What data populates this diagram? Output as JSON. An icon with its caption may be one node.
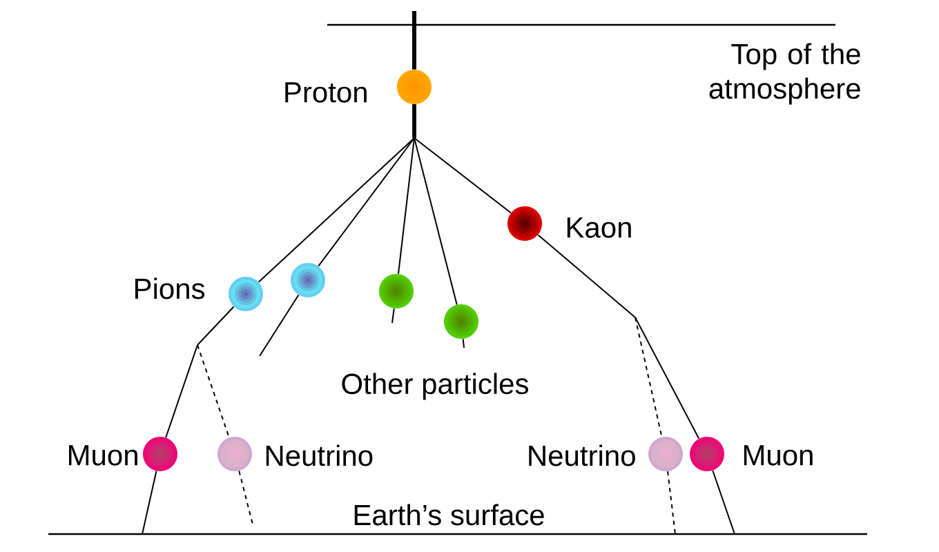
{
  "diagram": {
    "nodes": [
      {
        "text": [],
        "shape": "circle",
        "beside": [
          "Proton"
        ]
      },
      {
        "text": [],
        "shape": "circle",
        "beside": [
          "Pions"
        ]
      },
      {
        "text": [],
        "shape": "circle"
      },
      {
        "text": [],
        "shape": "circle"
      },
      {
        "text": [],
        "shape": "circle"
      },
      {
        "text": [],
        "shape": "circle",
        "beside": [
          "Kaon"
        ]
      },
      {
        "text": [],
        "shape": "circle",
        "beside": [
          "Muon"
        ]
      },
      {
        "text": [],
        "shape": "circle",
        "beside": [
          "Neutrino"
        ]
      },
      {
        "text": [],
        "shape": "circle",
        "beside": [
          "Neutrino"
        ]
      },
      {
        "text": [],
        "shape": "circle",
        "beside": [
          "Muon"
        ]
      }
    ],
    "edges": [
      {
        "from": null,
        "to": 0,
        "arrow": "none",
        "style": "thick"
      },
      {
        "from": 0,
        "to": 1,
        "arrow": "none"
      },
      {
        "from": 0,
        "to": 2,
        "arrow": "none"
      },
      {
        "from": 0,
        "to": 3,
        "arrow": "none"
      },
      {
        "from": 0,
        "to": 4,
        "arrow": "none"
      },
      {
        "from": 0,
        "to": 5,
        "arrow": "none"
      },
      {
        "from": 1,
        "to": 6,
        "arrow": "none"
      },
      {
        "from": 1,
        "to": 7,
        "arrow": "none",
        "style": "dashed"
      },
      {
        "from": 5,
        "to": 9,
        "arrow": "none"
      },
      {
        "from": 5,
        "to": 8,
        "arrow": "none",
        "style": "dashed"
      },
      {
        "from": 2,
        "to": null,
        "arrow": "none"
      },
      {
        "from": 3,
        "to": null,
        "arrow": "none"
      },
      {
        "from": 4,
        "to": null,
        "arrow": "none"
      },
      {
        "from": 6,
        "to": null,
        "arrow": "none"
      },
      {
        "from": 7,
        "to": null,
        "arrow": "none",
        "style": "dashed"
      },
      {
        "from": 8,
        "to": null,
        "arrow": "none",
        "style": "dashed"
      },
      {
        "from": 9,
        "to": null,
        "arrow": "none"
      }
    ],
    "labels": [
      "Top of the atmosphere",
      "Other particles",
      "Earth’s surface"
    ]
  }
}
